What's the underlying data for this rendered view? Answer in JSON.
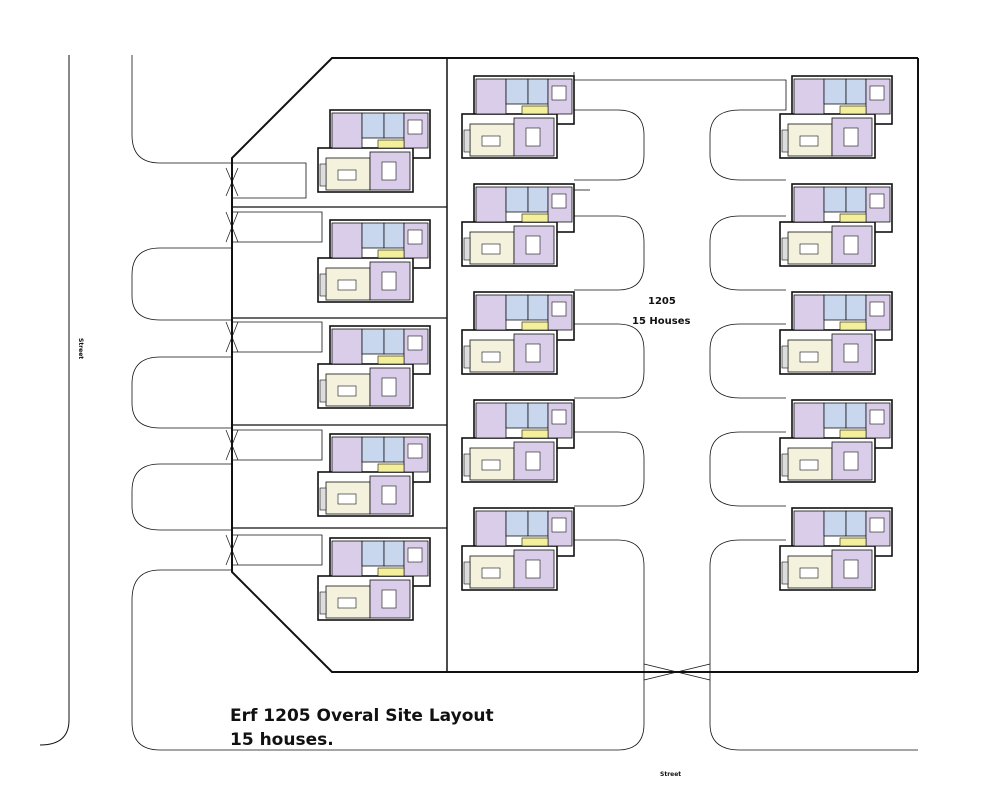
{
  "site": {
    "title": "Erf 1205 Overal Site Layout",
    "subtitle": "15 houses.",
    "erf_number": "1205",
    "house_count_label": "15 Houses"
  },
  "streets": {
    "left": "Street",
    "bottom": "Street"
  },
  "colors": {
    "bedroom": "#d9cdea",
    "bathroom": "#c9d7ee",
    "living": "#f4f1dc",
    "passage": "#f4ef9a",
    "line": "#111111"
  },
  "houses": {
    "total": 15
  }
}
